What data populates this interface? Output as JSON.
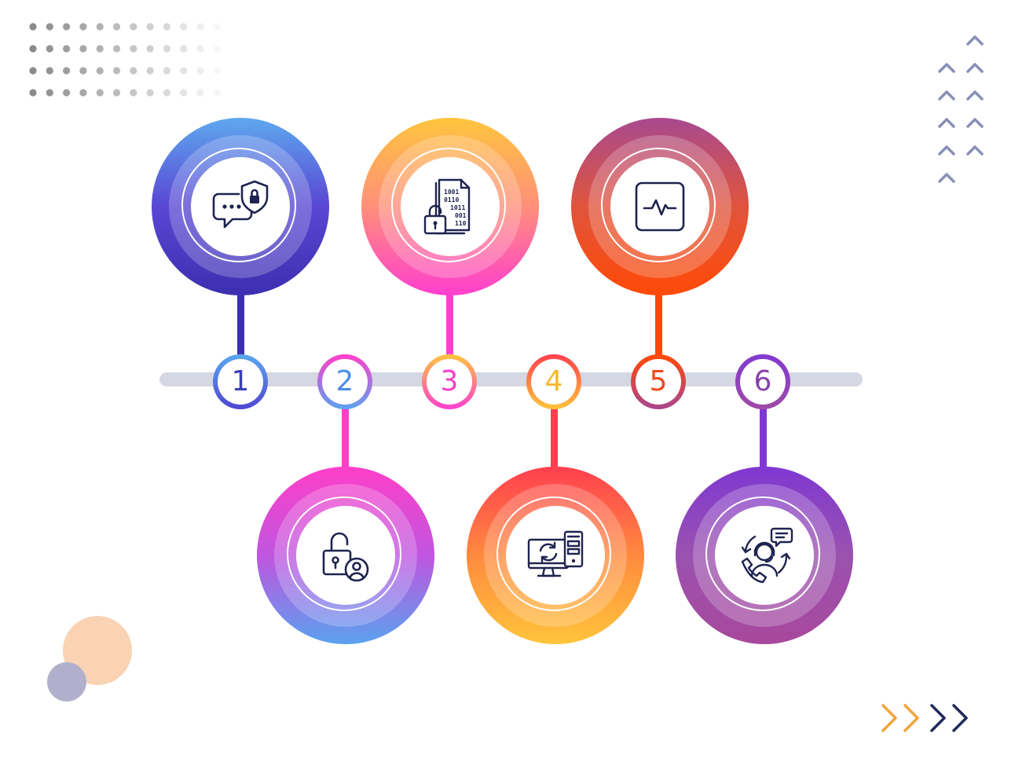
{
  "timeline": {
    "steps": [
      {
        "number": "1",
        "icon": "chat-shield-lock-icon",
        "position": "top",
        "colors": [
          "#5ea8ef",
          "#5a46d3",
          "#3c2fb0"
        ],
        "number_color": "#3b3fb5",
        "ring": [
          "#5aa7ee",
          "#5046d2"
        ]
      },
      {
        "number": "2",
        "icon": "unlock-user-icon",
        "position": "bottom",
        "colors": [
          "#ff3fc8",
          "#c055e0",
          "#5aa2ef"
        ],
        "number_color": "#4d8de6",
        "ring": [
          "#ff3fc8",
          "#5aa2ef"
        ]
      },
      {
        "number": "3",
        "icon": "binary-file-lock-icon",
        "position": "top",
        "colors": [
          "#ffc53d",
          "#ff8f7a",
          "#ff3fcf"
        ],
        "number_color": "#f73fc6",
        "ring": [
          "#ffc53d",
          "#ff3fcf"
        ]
      },
      {
        "number": "4",
        "icon": "computer-sync-icon",
        "position": "bottom",
        "colors": [
          "#ff3f4f",
          "#ff8a3f",
          "#ffc43b"
        ],
        "number_color": "#f8b92f",
        "ring": [
          "#ff3f4f",
          "#ffc43b"
        ]
      },
      {
        "number": "5",
        "icon": "activity-monitor-icon",
        "position": "top",
        "colors": [
          "#a84a8f",
          "#e0543d",
          "#ff4a06"
        ],
        "number_color": "#ee4a18",
        "ring": [
          "#ff4a06",
          "#a9468f"
        ]
      },
      {
        "number": "6",
        "icon": "customer-support-icon",
        "position": "bottom",
        "colors": [
          "#7f38d1",
          "#9a52b0",
          "#a8489c"
        ],
        "number_color": "#8a3fad",
        "ring": [
          "#8239d0",
          "#9e4aa6"
        ]
      }
    ]
  },
  "colors": {
    "timeline_bar": "#d5d8e3",
    "icon_stroke": "#1f2350",
    "dots": "#8a8a8a",
    "chevrons": "#8a8fb6",
    "bubble_peach": "#f9d3b3",
    "bubble_lavender": "#b1b0cc",
    "arrow_orange": "#f2a43a",
    "arrow_navy": "#1f2a5c"
  }
}
